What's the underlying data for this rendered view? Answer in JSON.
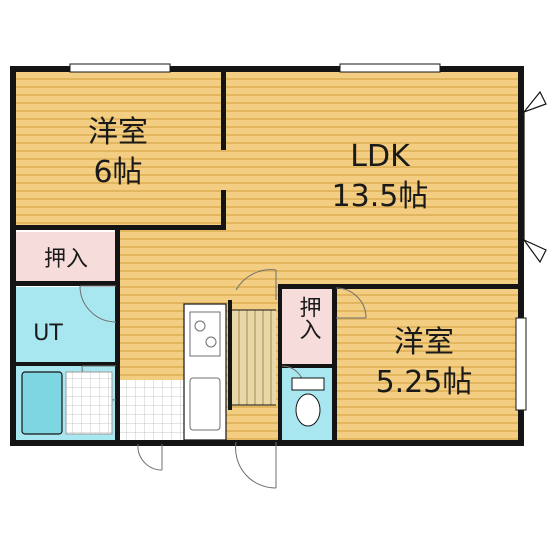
{
  "rooms": {
    "western_room_1": {
      "name": "洋室",
      "size": "6帖"
    },
    "ldk": {
      "name": "LDK",
      "size": "13.5帖"
    },
    "western_room_2": {
      "name": "洋室",
      "size": "5.25帖"
    },
    "closet_1": {
      "name": "押入"
    },
    "closet_2": {
      "name": "押入"
    },
    "utility": {
      "name": "UT"
    }
  },
  "colors": {
    "floor_wood": "#f2cd82",
    "floor_stripe": "#e2b65f",
    "wet_area": "#a9e7f0",
    "closet": "#f7dcdc",
    "wall": "#141414"
  }
}
